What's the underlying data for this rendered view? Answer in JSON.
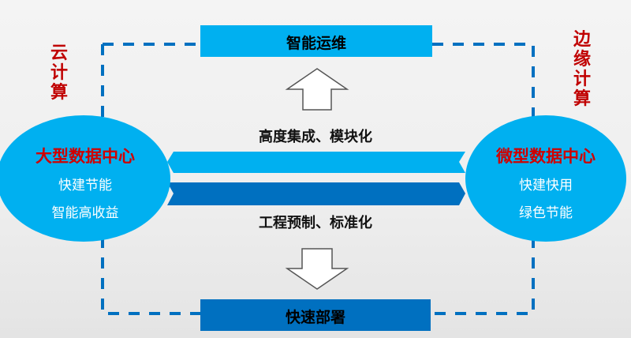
{
  "top_box": {
    "label": "智能运维"
  },
  "bottom_box": {
    "label": "快速部署"
  },
  "band_top": {
    "label": "高度集成、模块化"
  },
  "band_bottom": {
    "label": "工程预制、标准化"
  },
  "left_side": {
    "vertical_label": "云计算",
    "title": "大型数据中心",
    "lines": [
      "快建节能",
      "智能高收益"
    ]
  },
  "right_side": {
    "vertical_label": "边缘计算",
    "title": "微型数据中心",
    "lines": [
      "快建快用",
      "绿色节能"
    ]
  },
  "colors": {
    "light_blue": "#00b0f0",
    "dark_blue": "#0070c0",
    "red": "#c00000"
  }
}
